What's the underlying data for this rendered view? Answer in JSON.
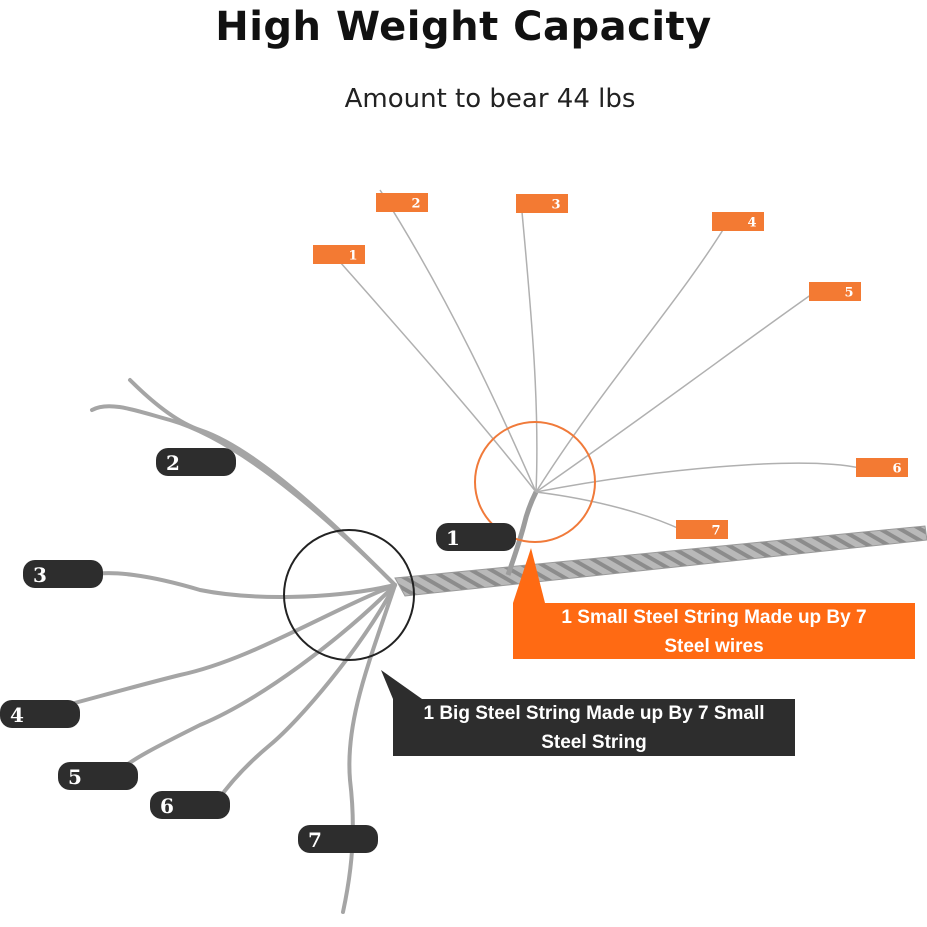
{
  "header": {
    "title": "High Weight Capacity",
    "subtitle": "Amount to bear 44 lbs"
  },
  "orange_labels": [
    "1",
    "2",
    "3",
    "4",
    "5",
    "6",
    "7"
  ],
  "dark_labels": [
    "1",
    "2",
    "3",
    "4",
    "5",
    "6",
    "7"
  ],
  "callouts": {
    "small_string": {
      "line1": "1 Small Steel String Made up By 7",
      "line2": "Steel wires"
    },
    "big_string": {
      "line1": "1 Big Steel String Made up By 7 Small",
      "line2": "Steel String"
    }
  },
  "colors": {
    "accent": "#ff6a13",
    "dark": "#2d2d2d",
    "wire": "#a8a8a8"
  }
}
